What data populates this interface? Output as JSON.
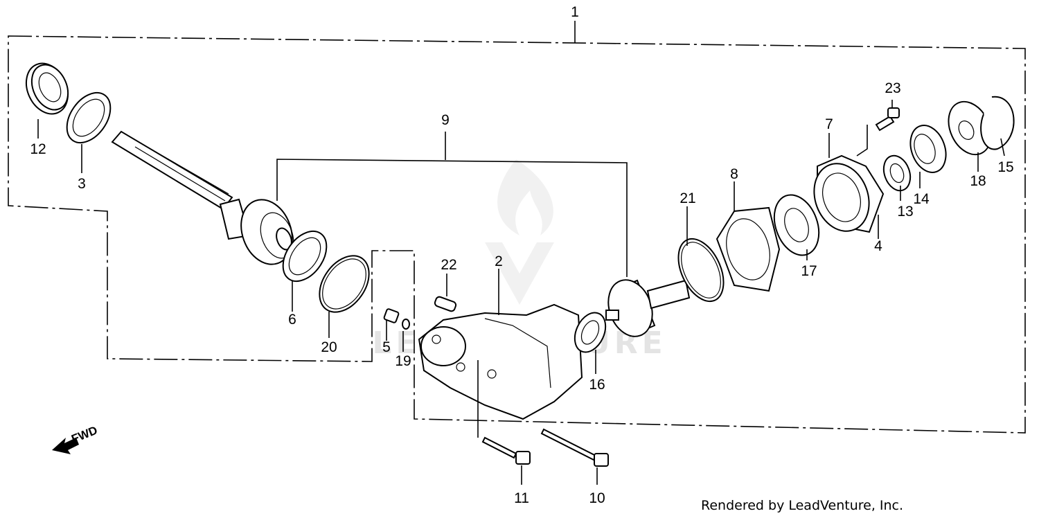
{
  "diagram": {
    "callouts": [
      {
        "id": "c1",
        "label": "1"
      },
      {
        "id": "c2",
        "label": "2"
      },
      {
        "id": "c3",
        "label": "3"
      },
      {
        "id": "c4",
        "label": "4"
      },
      {
        "id": "c5",
        "label": "5"
      },
      {
        "id": "c6",
        "label": "6"
      },
      {
        "id": "c7",
        "label": "7"
      },
      {
        "id": "c8",
        "label": "8"
      },
      {
        "id": "c9",
        "label": "9"
      },
      {
        "id": "c10",
        "label": "10"
      },
      {
        "id": "c11",
        "label": "11"
      },
      {
        "id": "c12",
        "label": "12"
      },
      {
        "id": "c13",
        "label": "13"
      },
      {
        "id": "c14",
        "label": "14"
      },
      {
        "id": "c15",
        "label": "15"
      },
      {
        "id": "c16",
        "label": "16"
      },
      {
        "id": "c17",
        "label": "17"
      },
      {
        "id": "c18",
        "label": "18"
      },
      {
        "id": "c19",
        "label": "19"
      },
      {
        "id": "c20",
        "label": "20"
      },
      {
        "id": "c21",
        "label": "21"
      },
      {
        "id": "c22",
        "label": "22"
      },
      {
        "id": "c23",
        "label": "23"
      }
    ],
    "direction_label": "FWD",
    "watermark_text": "LEADVENTURE",
    "credit": "Rendered by LeadVenture, Inc."
  }
}
